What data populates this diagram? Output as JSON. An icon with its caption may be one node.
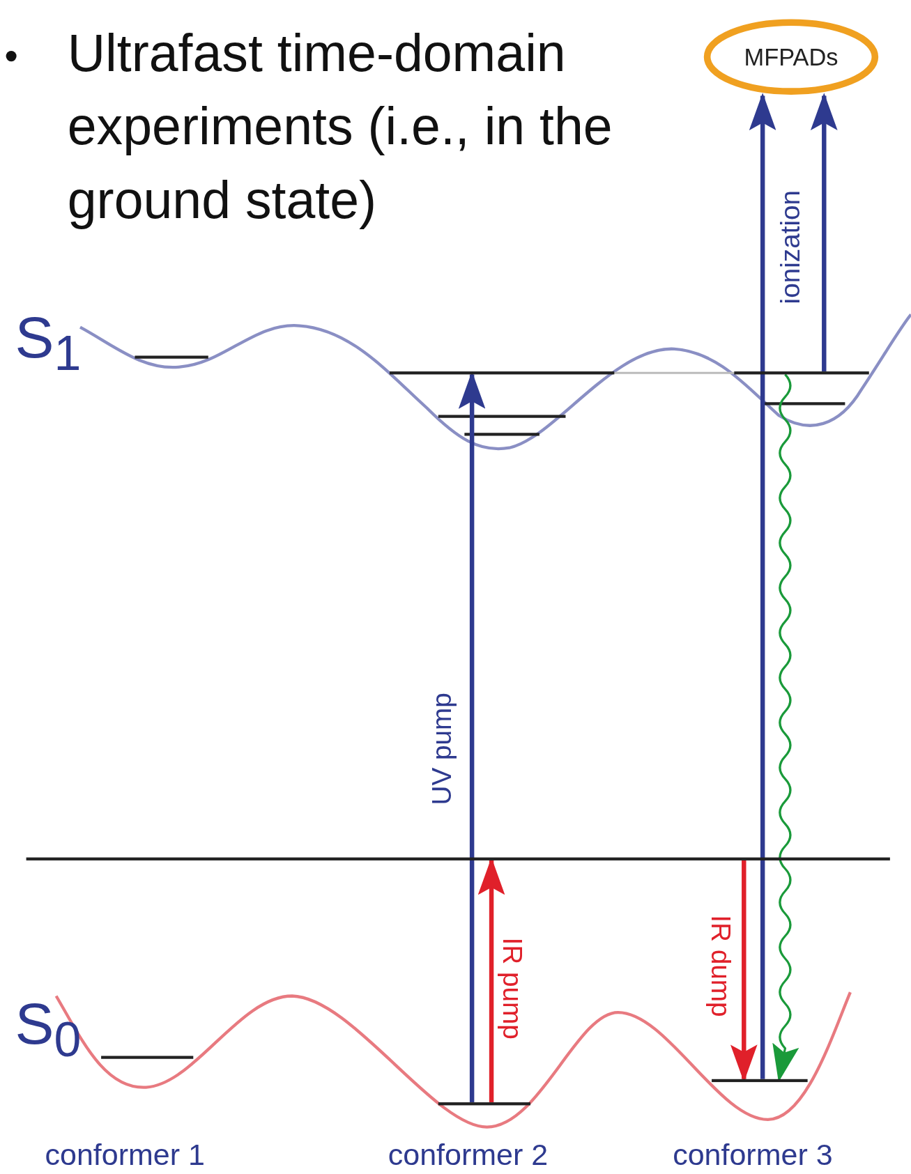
{
  "diagram": {
    "title": "Ultrafast time-domain experiments (i.e., in the ground state)",
    "nodes": [
      {
        "text": [
          "MFPADs"
        ]
      },
      {
        "text": [],
        "shape": "bar"
      },
      {
        "text": [],
        "shape": "bar"
      },
      {
        "text": [],
        "shape": "bar"
      },
      {
        "text": [],
        "shape": "bar",
        "beside": [
          "conformer 3"
        ]
      },
      {
        "text": [],
        "shape": "bar",
        "beside": [
          "conformer 2"
        ]
      }
    ],
    "edges": [
      {
        "from": 5,
        "to": 1,
        "arrow": "to",
        "label": "UV pump"
      },
      {
        "from": 5,
        "to": 3,
        "arrow": "to",
        "label": "IR pump",
        "color": "#e0202a"
      },
      {
        "from": 3,
        "to": 4,
        "arrow": "to",
        "label": "IR dump",
        "color": "#e0202a"
      },
      {
        "from": 4,
        "to": 0,
        "arrow": "to"
      },
      {
        "from": 2,
        "to": 0,
        "arrow": "to",
        "label": "ionization"
      },
      {
        "from": 2,
        "to": 4,
        "arrow": "to",
        "color": "#1a9a3a"
      },
      {
        "from": 1,
        "to": 2,
        "arrow": "none",
        "color": "#bbbbbb"
      }
    ],
    "labels": [
      "S$_{1}$",
      "S$_{0}$",
      "conformer 1"
    ]
  }
}
